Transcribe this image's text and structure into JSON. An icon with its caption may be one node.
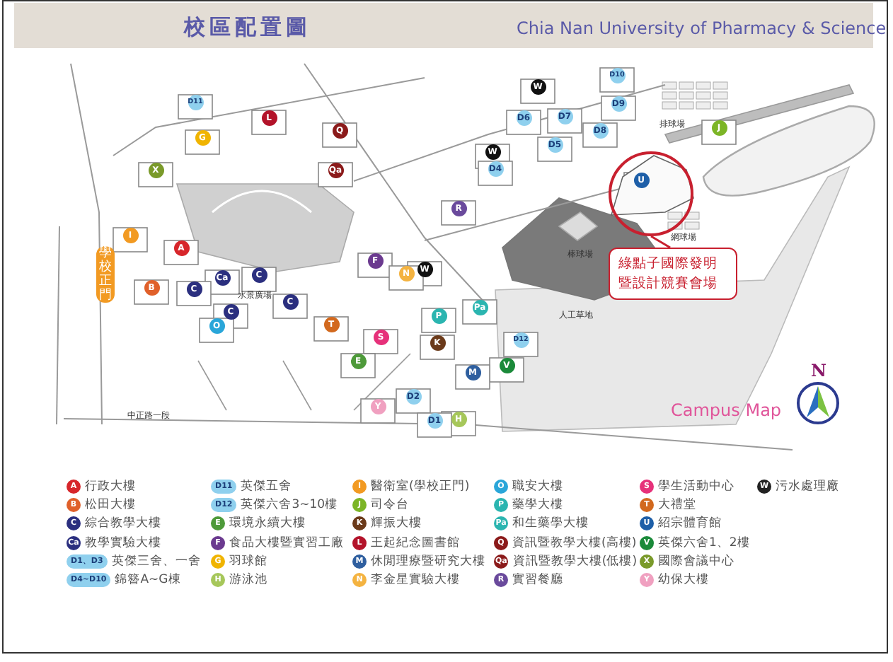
{
  "diagram": {
    "title": "校區配置圖",
    "nodes": [
      {
        "text": [],
        "shape": "circle"
      },
      {
        "text": [
          "綠點子國際發明暨設計競賽會場"
        ]
      }
    ],
    "edges": [
      {
        "from": 1,
        "to": 0,
        "arrow": "none"
      }
    ],
    "labels": [
      "Chia Nan University of Pharmacy & Science",
      "D10",
      "W",
      "D11",
      "D9",
      "L",
      "D7",
      "D6",
      "J",
      "Q",
      "D8",
      "G",
      "D5",
      "W",
      "D4",
      "X",
      "Qa",
      "U",
      "R",
      "I",
      "A",
      "F",
      "W",
      "N",
      "C",
      "Ca",
      "B",
      "C",
      "C",
      "Pa",
      "C",
      "P",
      "T",
      "O",
      "S",
      "D12",
      "K",
      "E",
      "V",
      "M",
      "D2",
      "Y",
      "H",
      "D1",
      "排球場",
      "網球場",
      "棒球場",
      "學校正門",
      "水景廣場",
      "人工草地",
      "中正路一段",
      "Campus Map",
      "N",
      "A",
      "B",
      "C",
      "Ca",
      "D1、D3",
      "D4~D10",
      "D11",
      "D12",
      "E",
      "F",
      "G",
      "H",
      "I",
      "J",
      "K",
      "L",
      "M",
      "N",
      "O",
      "P",
      "Pa",
      "Q",
      "Qa",
      "R",
      "S",
      "T",
      "U",
      "V",
      "X",
      "Y",
      "W"
    ],
    "legend": [
      {
        "text": "行政大樓",
        "color": "#d7262b"
      },
      {
        "text": "松田大樓",
        "color": "#e0602a"
      },
      {
        "text": "綜合教學大樓",
        "color": "#2b2f7f"
      },
      {
        "text": "教學實驗大樓",
        "color": "#2b2f7f"
      },
      {
        "text": "英傑三舍、一舍",
        "color": "#8fd0ee"
      },
      {
        "text": "錦簪A~G棟",
        "color": "#8fd0ee"
      },
      {
        "text": "英傑五舍",
        "color": "#8fd0ee"
      },
      {
        "text": "英傑六舍3~10樓",
        "color": "#8fd0ee"
      },
      {
        "text": "環境永續大樓",
        "color": "#4e9a3a"
      },
      {
        "text": "食品大樓暨實習工廠",
        "color": "#6b3a8f"
      },
      {
        "text": "羽球館",
        "color": "#f0b400"
      },
      {
        "text": "游泳池",
        "color": "#a6c75a"
      },
      {
        "text": "醫衛室(學校正門)",
        "color": "#f29a22"
      },
      {
        "text": "司令台",
        "color": "#7cb526"
      },
      {
        "text": "輝振大樓",
        "color": "#6b3a1a"
      },
      {
        "text": "王起紀念圖書館",
        "color": "#b3132a"
      },
      {
        "text": "休閒理療暨研究大樓",
        "color": "#2f5f9f"
      },
      {
        "text": "李金星實驗大樓",
        "color": "#f4b340"
      },
      {
        "text": "職安大樓",
        "color": "#2aa6d9"
      },
      {
        "text": "藥學大樓",
        "color": "#2bb5b0"
      },
      {
        "text": "和生藥學大樓",
        "color": "#2bb5b0"
      },
      {
        "text": "資訊暨教學大樓(高樓)",
        "color": "#8b1a1a"
      },
      {
        "text": "資訊暨教學大樓(低樓)",
        "color": "#8b1a1a"
      },
      {
        "text": "實習餐廳",
        "color": "#6a4a9c"
      },
      {
        "text": "學生活動中心",
        "color": "#e6317a"
      },
      {
        "text": "大禮堂",
        "color": "#d2691e"
      },
      {
        "text": "紹宗體育館",
        "color": "#1e5fa8"
      },
      {
        "text": "英傑六舍1、2樓",
        "color": "#1b8a3a"
      },
      {
        "text": "國際會議中心",
        "color": "#7a9a2a"
      },
      {
        "text": "幼保大樓",
        "color": "#f0a0c0"
      },
      {
        "text": "污水處理廠",
        "color": "#222222"
      }
    ]
  }
}
